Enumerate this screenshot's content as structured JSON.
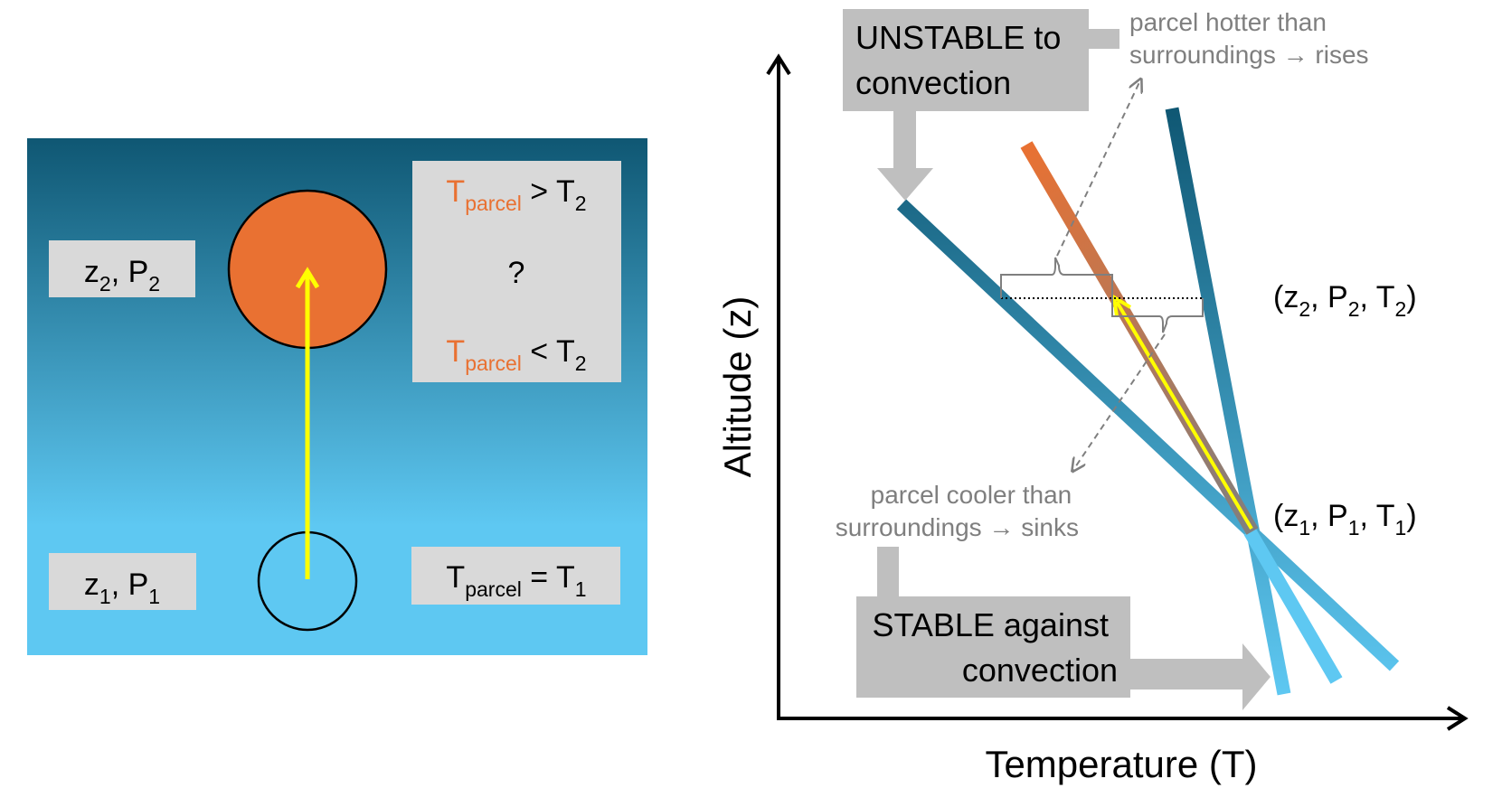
{
  "left_panel": {
    "z2_label": {
      "base_z": "z",
      "sub_z": "2",
      "sep": ", ",
      "base_p": "P",
      "sub_p": "2"
    },
    "z1_label": {
      "base_z": "z",
      "sub_z": "1",
      "sep": ", ",
      "base_p": "P",
      "sub_p": "1"
    },
    "cond_greater": {
      "t": "T",
      "sub": "parcel",
      "op": " > T",
      "sub2": "2"
    },
    "cond_question": "?",
    "cond_less": {
      "t": "T",
      "sub": "parcel",
      "op": " < T",
      "sub2": "2"
    },
    "cond_equal": {
      "t": "T",
      "sub": "parcel",
      "op": " = T",
      "sub2": "1"
    }
  },
  "right_panel": {
    "unstable_label": [
      "UNSTABLE to",
      "convection"
    ],
    "stable_label": [
      "STABLE against",
      "convection"
    ],
    "hotter_note": [
      "parcel hotter than",
      "surroundings → rises"
    ],
    "cooler_note": [
      "parcel cooler than",
      "surroundings → sinks"
    ],
    "x_axis_label": "Temperature (T)",
    "y_axis_label": "Altitude (z)",
    "point_top": {
      "open": "(z",
      "s1": "2",
      "m1": ", P",
      "s2": "2",
      "m2": ", T",
      "s3": "2",
      "close": ")"
    },
    "point_bottom": {
      "open": "(z",
      "s1": "1",
      "m1": ", P",
      "s2": "1",
      "m2": ", T",
      "s3": "1",
      "close": ")"
    }
  },
  "colors": {
    "sky_top": "#0f5773",
    "sky_bottom": "#5ec8f2",
    "parcel": "#e97132",
    "arrow": "#ffff00",
    "box_gray": "#bfbfbf",
    "label_box": "#d9d9d9",
    "note_gray": "#7f7f7f"
  }
}
